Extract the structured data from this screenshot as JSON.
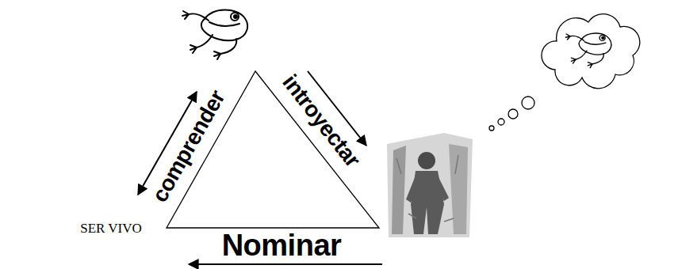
{
  "diagram": {
    "labels": [
      "comprender",
      "introyectar",
      "SER VIVO",
      "Nominar"
    ]
  }
}
